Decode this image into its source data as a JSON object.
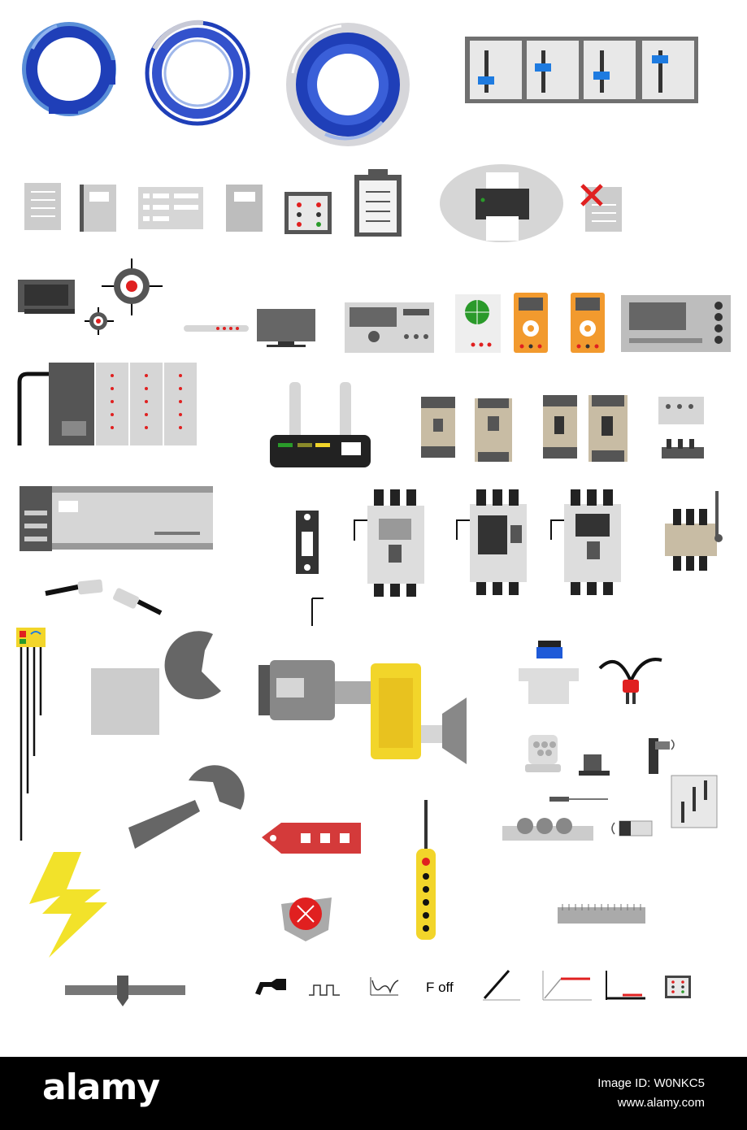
{
  "icons": {
    "rings": [
      "tech-ring-icon",
      "tech-ring-icon",
      "tech-ring-icon"
    ],
    "slider_panel": "slider-panel-icon",
    "documents": [
      "document-icon",
      "binder-icon",
      "list-icon",
      "notebook-icon",
      "indicator-panel-icon",
      "clipboard-icon",
      "printer-icon",
      "rejected-document-icon"
    ],
    "instruments": [
      "hmi-panel-icon",
      "target-icon",
      "probe-icon",
      "monitor-icon",
      "controller-unit-icon",
      "oscilloscope-icon",
      "multimeter-icon",
      "multimeter-icon",
      "meter-panel-icon"
    ],
    "control": [
      "plc-rack-icon",
      "router-icon",
      "breaker-icon",
      "breaker-icon",
      "breaker-icon",
      "breaker-icon",
      "terminal-block-icon"
    ],
    "power": [
      "plc-board-icon",
      "fuse-icon",
      "contactor-icon",
      "contactor-icon",
      "contactor-icon",
      "disconnect-switch-icon"
    ],
    "mechanical": [
      "cable-icon",
      "wrench-icon",
      "sensor-probe-icon",
      "electric-motor-icon",
      "gearbox-icon",
      "push-button-icon",
      "plug-icon",
      "wrench-icon",
      "tag-icon",
      "pendant-control-icon",
      "emergency-stop-icon",
      "lightning-icon",
      "ruler-icon",
      "slider-icon"
    ],
    "symbols": [
      "flashlight-icon",
      "square-wave-icon",
      "waveform-icon",
      "ramp-icon",
      "ramp-limit-icon",
      "step-icon",
      "indicator-panel-icon"
    ]
  },
  "labels": {
    "f_off": "F off"
  },
  "footer": {
    "logo": "alamy",
    "image_id": "Image ID: W0NKC5",
    "url": "www.alamy.com"
  },
  "colors": {
    "ring_blue": "#1f3fb8",
    "accent_blue": "#1e7be0",
    "gray_body": "#cccccc",
    "dark_gray": "#555555",
    "orange": "#f29a2e",
    "yellow": "#f2d52a",
    "red": "#e02020",
    "green": "#2a9a2a",
    "beige": "#c8bca4"
  }
}
